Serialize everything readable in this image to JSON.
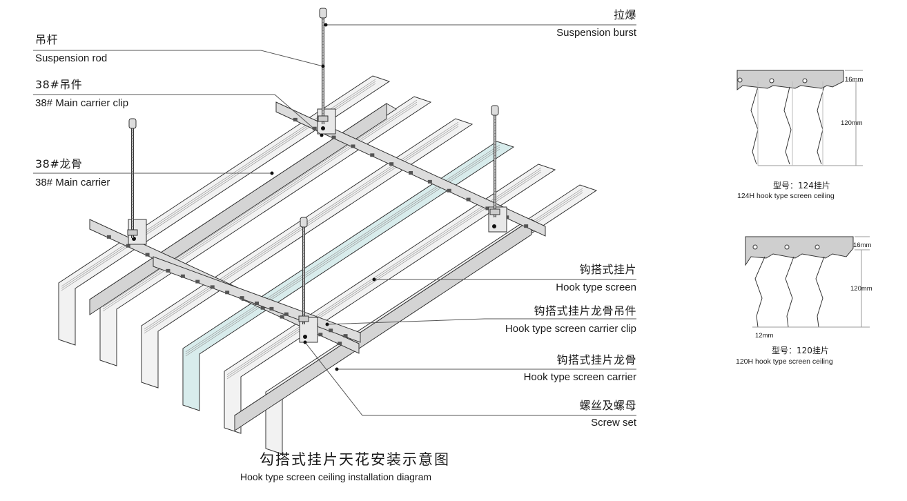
{
  "labels": {
    "suspension_burst": {
      "cn": "拉爆",
      "en": "Suspension burst"
    },
    "suspension_rod": {
      "cn": "吊杆",
      "en": "Suspension rod"
    },
    "main_carrier_clip": {
      "cn": "38#吊件",
      "en": "38# Main carrier clip"
    },
    "main_carrier": {
      "cn": "38#龙骨",
      "en": "38#  Main carrier"
    },
    "hook_screen": {
      "cn": "钩搭式挂片",
      "en": "Hook type screen"
    },
    "hook_carrier_clip": {
      "cn": "钩搭式挂片龙骨吊件",
      "en": "Hook type screen carrier clip"
    },
    "hook_carrier": {
      "cn": "钩搭式挂片龙骨",
      "en": "Hook type screen carrier"
    },
    "screw_set": {
      "cn": "螺丝及螺母",
      "en": "Screw set"
    }
  },
  "caption": {
    "cn": "勾搭式挂片天花安装示意图",
    "en": "Hook type screen ceiling installation diagram"
  },
  "details": [
    {
      "dim_top": "16mm",
      "dim_height": "120mm",
      "cn": "型号：124挂片",
      "en": "124H hook type screen ceiling"
    },
    {
      "dim_top": "16mm",
      "dim_height": "120mm",
      "dim_bottom": "12mm",
      "cn": "型号：120挂片",
      "en": "120H hook type screen ceiling"
    }
  ],
  "colors": {
    "line": "#333333",
    "panel": "#f2f2f2",
    "highlight": "#d8ecec"
  }
}
